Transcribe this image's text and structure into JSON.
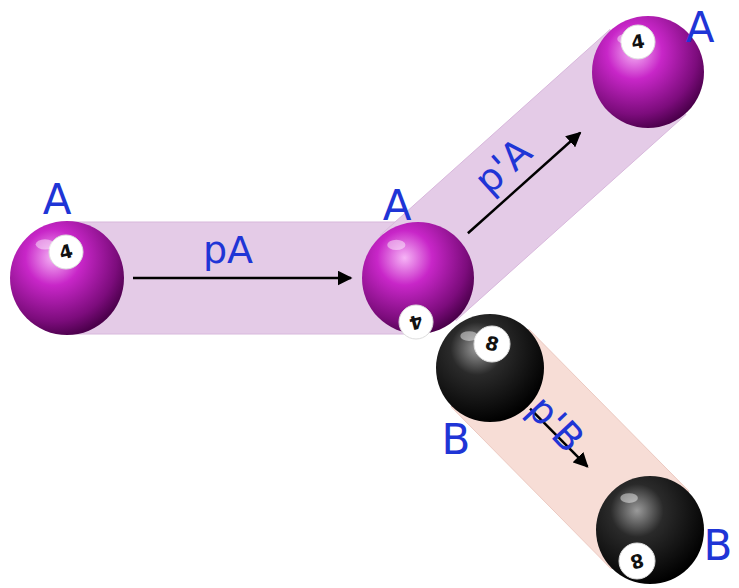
{
  "diagram": {
    "nodes": [
      {
        "text": [
          "A",
          "4"
        ]
      },
      {
        "text": [
          "A",
          "4"
        ]
      },
      {
        "text": [
          "A",
          "4"
        ]
      },
      {
        "text": [
          "B",
          "8"
        ]
      },
      {
        "text": [
          "B",
          "8"
        ]
      }
    ],
    "edges": [
      {
        "from": 0,
        "to": 1,
        "label": "pA",
        "arrow": "to"
      },
      {
        "from": 1,
        "to": 2,
        "label": "p'A",
        "arrow": "to"
      },
      {
        "from": 3,
        "to": 4,
        "label": "p'B",
        "arrow": "to"
      }
    ]
  }
}
